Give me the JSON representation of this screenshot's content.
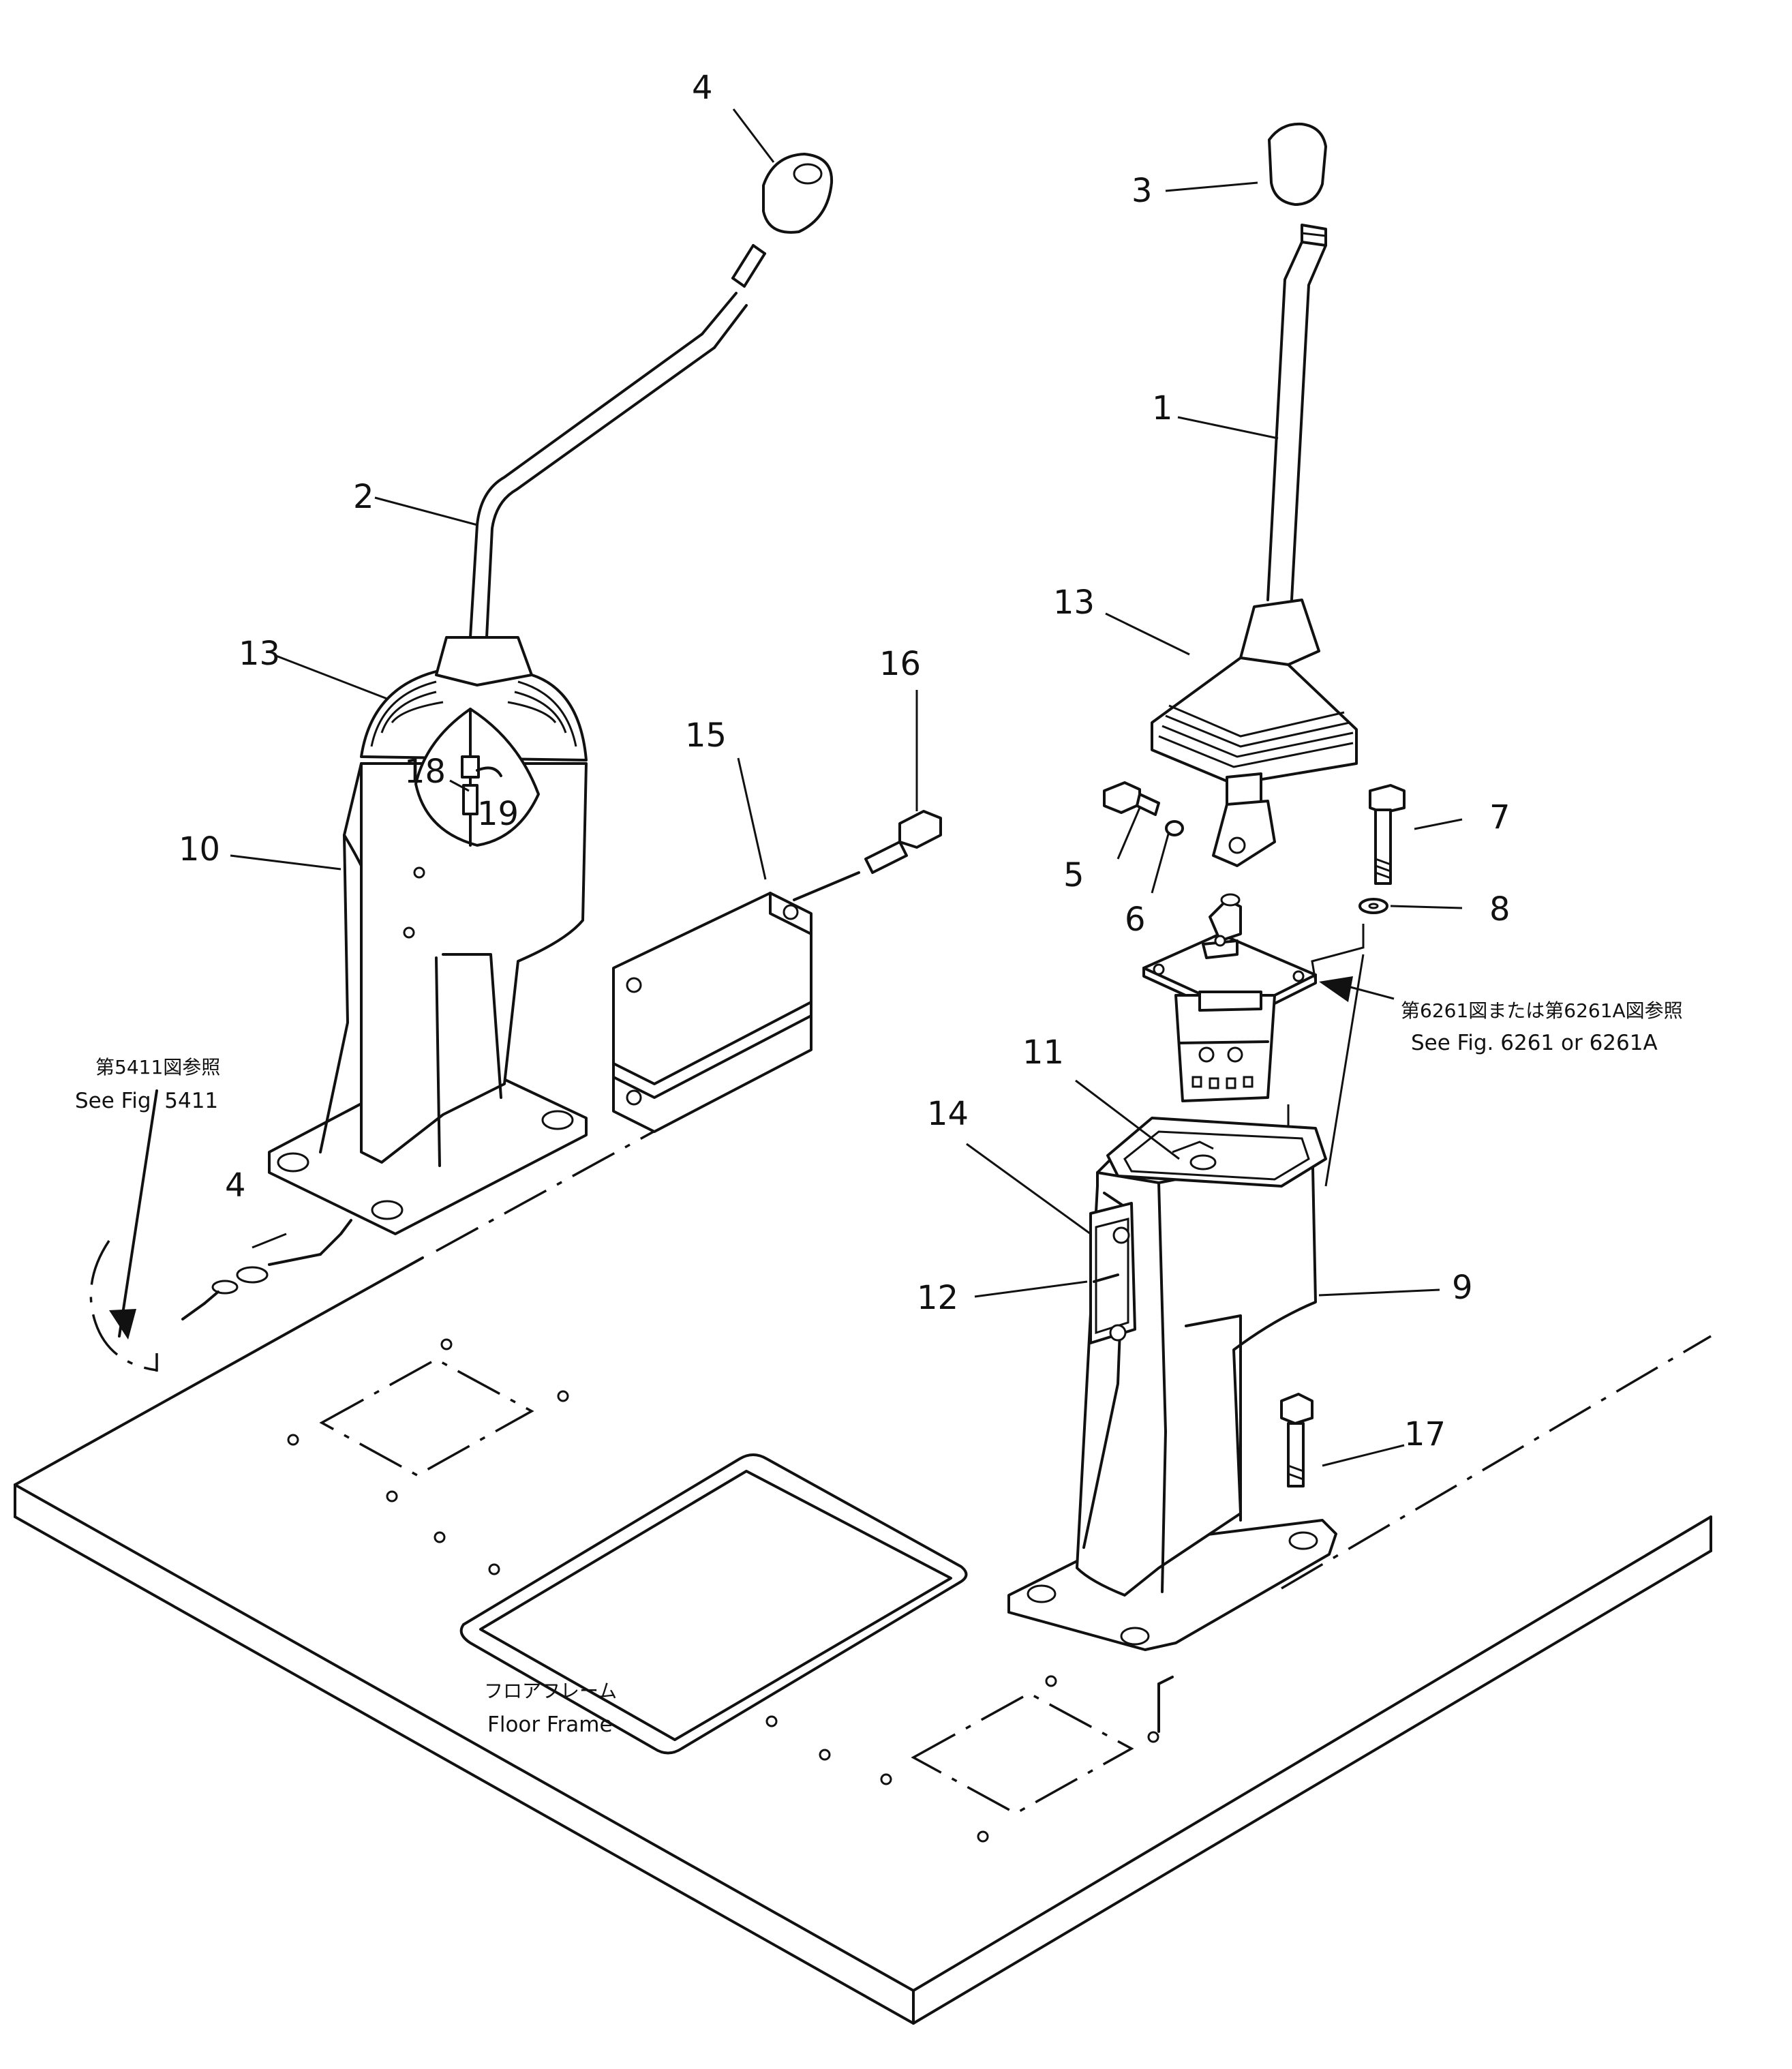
{
  "callouts": [
    "1",
    "2",
    "3",
    "4",
    "4",
    "5",
    "6",
    "7",
    "8",
    "9",
    "10",
    "11",
    "12",
    "13",
    "13",
    "14",
    "15",
    "16",
    "17",
    "18",
    "19"
  ],
  "notes": {
    "ref_5411_jp": "第5411図参照",
    "ref_5411_en": "See Fig. 5411",
    "ref_6261_jp": "第6261図または第6261A図参照",
    "ref_6261_en": "See Fig. 6261 or 6261A",
    "floor_frame_jp": "フロアフレーム",
    "floor_frame_en": "Floor Frame"
  }
}
